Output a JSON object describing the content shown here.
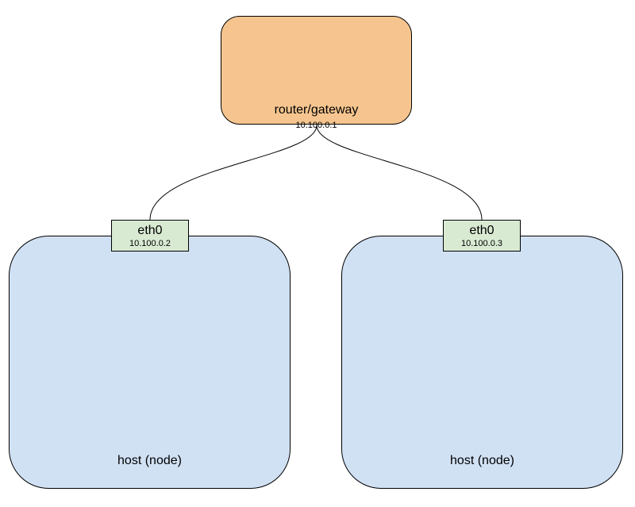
{
  "router": {
    "name": "router/gateway",
    "ip": "10.100.0.1"
  },
  "hosts": [
    {
      "label": "host (node)",
      "interface": {
        "name": "eth0",
        "ip": "10.100.0.2"
      }
    },
    {
      "label": "host (node)",
      "interface": {
        "name": "eth0",
        "ip": "10.100.0.3"
      }
    }
  ],
  "colors": {
    "router_fill": "#f6c58f",
    "host_fill": "#d1e1f4",
    "interface_fill": "#d9ead3",
    "stroke": "#000000"
  }
}
